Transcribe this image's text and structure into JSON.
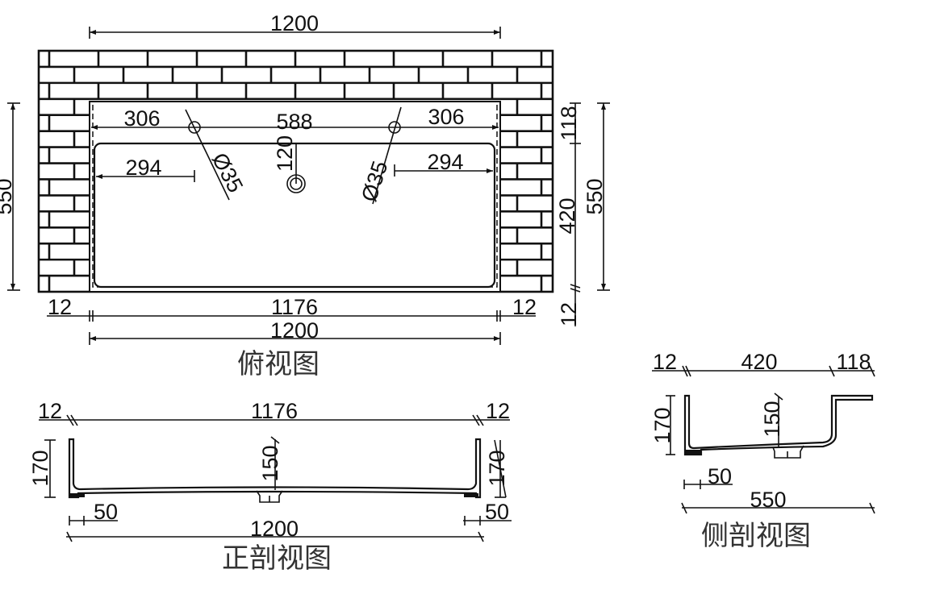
{
  "top_view": {
    "caption": "俯视图",
    "overall_width": "1200",
    "overall_depth_left": "550",
    "overall_depth_right": "550",
    "hole_left_offset": "306",
    "hole_spacing": "588",
    "hole_right_offset": "306",
    "basin_left_offset": "294",
    "basin_right_offset": "294",
    "faucet_hole_left": "Ø35",
    "faucet_hole_right": "Ø35",
    "drain_offset": "120",
    "back_ledge": "118",
    "basin_depth": "420",
    "front_lip": "12",
    "side_wall_left": "12",
    "side_wall_right": "12",
    "inner_width": "1176",
    "bottom_width": "1200"
  },
  "front_section": {
    "caption": "正剖视图",
    "wall_left": "12",
    "inner_width": "1176",
    "wall_right": "12",
    "height_left": "170",
    "height_right": "170",
    "basin_depth": "150",
    "foot_left": "50",
    "foot_right": "50",
    "overall_width": "1200"
  },
  "side_section": {
    "caption": "侧剖视图",
    "front_wall": "12",
    "basin_width": "420",
    "back_ledge": "118",
    "height": "170",
    "basin_depth": "150",
    "foot": "50",
    "overall_depth": "550"
  }
}
